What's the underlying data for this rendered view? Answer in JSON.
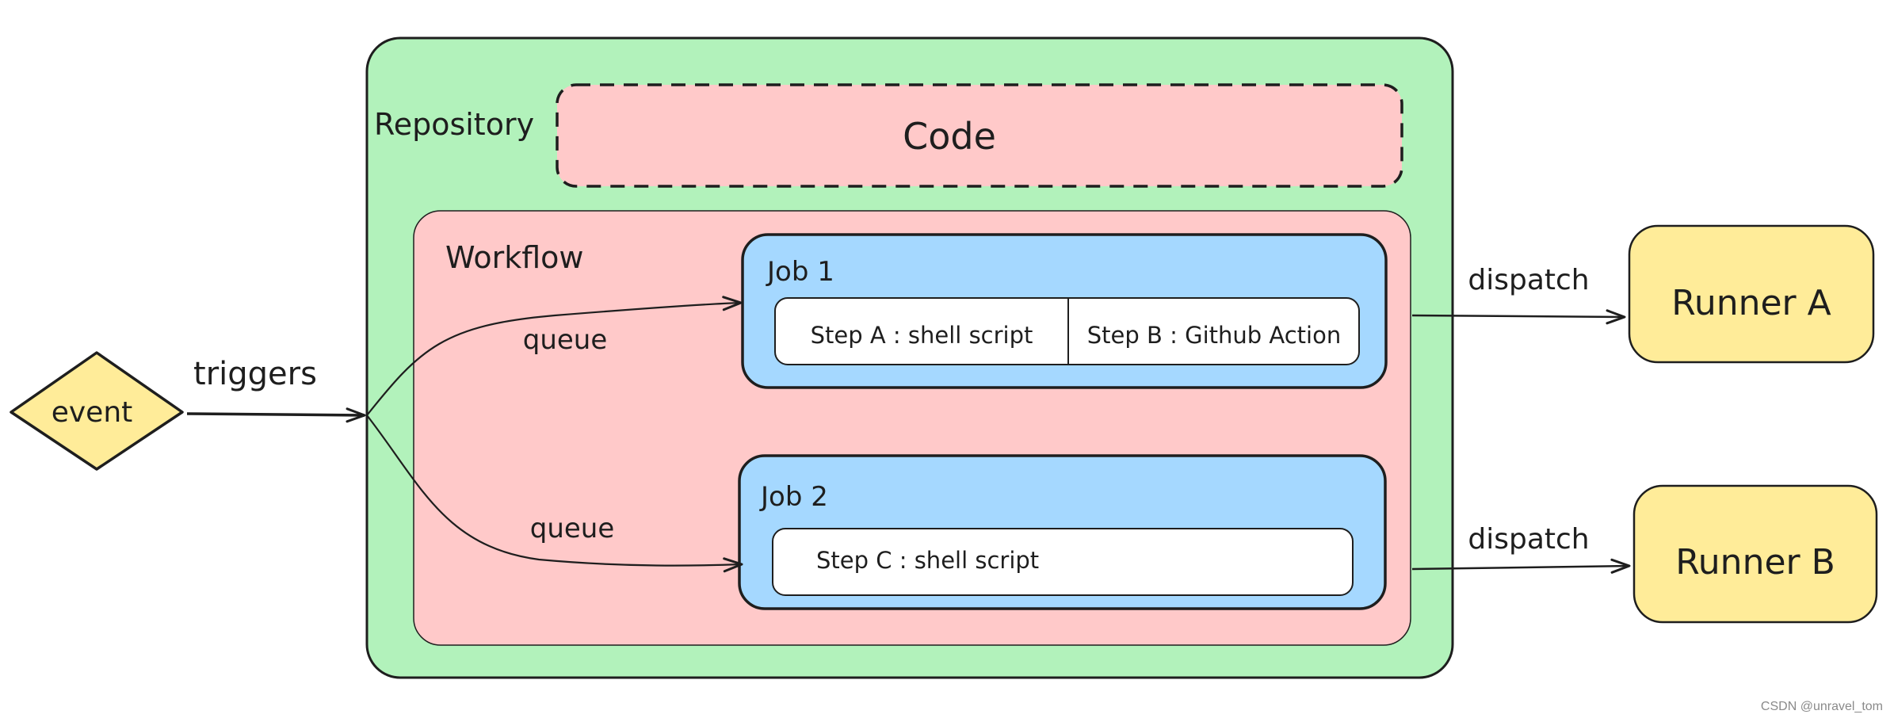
{
  "colors": {
    "repository_fill": "#b2f2bb",
    "workflow_fill": "#ffc9c9",
    "code_fill": "#ffc9c9",
    "job_fill": "#a5d8ff",
    "step_fill": "#ffffff",
    "runner_fill": "#ffec99",
    "event_fill": "#ffec99",
    "stroke": "#1e1e1e"
  },
  "event": {
    "label": "event"
  },
  "edges": {
    "triggers": "triggers",
    "queue_1": "queue",
    "queue_2": "queue",
    "dispatch_a": "dispatch",
    "dispatch_b": "dispatch"
  },
  "repository": {
    "label": "Repository"
  },
  "code": {
    "label": "Code"
  },
  "workflow": {
    "label": "Workflow"
  },
  "jobs": [
    {
      "label": "Job 1",
      "steps": [
        "Step A : shell script",
        "Step B : Github Action"
      ]
    },
    {
      "label": "Job 2",
      "steps": [
        "Step C : shell script"
      ]
    }
  ],
  "runners": [
    {
      "label": "Runner A"
    },
    {
      "label": "Runner B"
    }
  ],
  "watermark": "CSDN @unravel_tom"
}
